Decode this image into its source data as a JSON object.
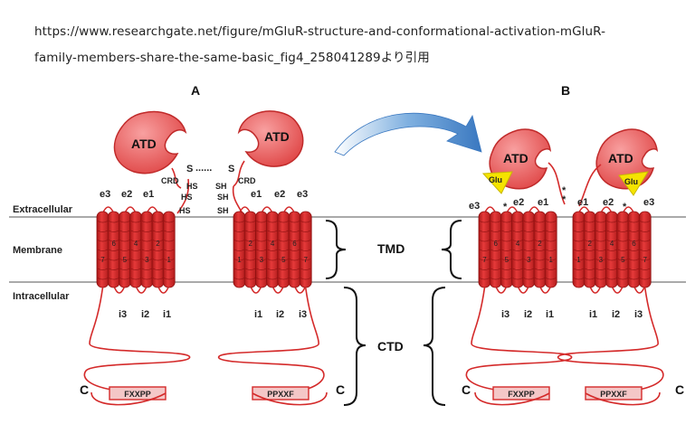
{
  "caption": {
    "line1": "https://www.researchgate.net/figure/mGluR-structure-and-conformational-activation-mGluR-",
    "line2": "family-members-share-the-same-basic_fig4_258041289より引用"
  },
  "panels": {
    "a": "A",
    "b": "B"
  },
  "regions": {
    "extracellular": "Extracellular",
    "membrane": "Membrane",
    "intracellular": "Intracellular"
  },
  "domains": {
    "atd": "ATD",
    "tmd": "TMD",
    "ctd": "CTD",
    "crd": "CRD",
    "glu": "Glu"
  },
  "disulfide": {
    "left": "S",
    "dots": "......",
    "right": "S"
  },
  "cysteines": {
    "hs": "HS",
    "sh": "SH"
  },
  "loops": {
    "e1": "e1",
    "e2": "e2",
    "e3": "e3",
    "i1": "i1",
    "i2": "i2",
    "i3": "i3"
  },
  "motifs": {
    "left": "FXXPP",
    "right": "PPXXF"
  },
  "terminus": "C",
  "asterisk": "*",
  "helix_numbers": {
    "left": [
      "7",
      "6",
      "5",
      "4",
      "3",
      "2",
      "1"
    ],
    "right": [
      "1",
      "2",
      "3",
      "4",
      "5",
      "6",
      "7"
    ]
  },
  "colors": {
    "red": "#d42a2a",
    "atd_fill": "#f07575",
    "glu": "#f5e400",
    "arrow": "#4a86c5",
    "membrane_line": "#aaaaaa"
  }
}
